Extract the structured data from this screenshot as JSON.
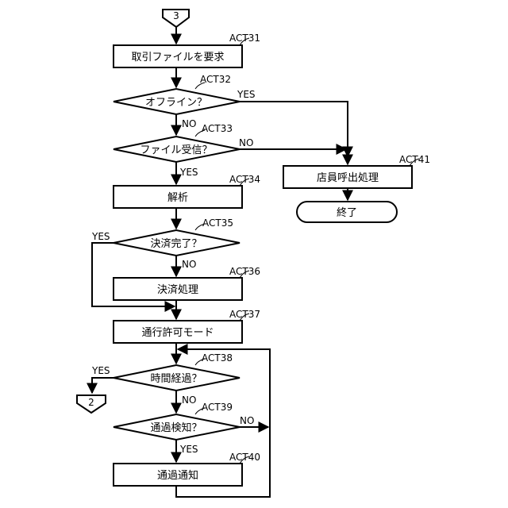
{
  "connectors": {
    "top": "3",
    "bottom_left": "2"
  },
  "nodes": {
    "act31": {
      "label": "取引ファイルを要求",
      "id": "ACT31"
    },
    "act32": {
      "label": "オフライン？",
      "id": "ACT32"
    },
    "act33": {
      "label": "ファイル受信？",
      "id": "ACT33"
    },
    "act34": {
      "label": "解析",
      "id": "ACT34"
    },
    "act35": {
      "label": "決済完了？",
      "id": "ACT35"
    },
    "act36": {
      "label": "決済処理",
      "id": "ACT36"
    },
    "act37": {
      "label": "通行許可モード",
      "id": "ACT37"
    },
    "act38": {
      "label": "時間経過？",
      "id": "ACT38"
    },
    "act39": {
      "label": "通過検知？",
      "id": "ACT39"
    },
    "act40": {
      "label": "通過通知",
      "id": "ACT40"
    },
    "act41": {
      "label": "店員呼出処理",
      "id": "ACT41"
    },
    "end": {
      "label": "終了"
    }
  },
  "branches": {
    "act32_yes": "YES",
    "act32_no": "NO",
    "act33_no": "NO",
    "act33_yes": "YES",
    "act35_yes": "YES",
    "act35_no": "NO",
    "act38_yes": "YES",
    "act38_no": "NO",
    "act39_no": "NO",
    "act39_yes": "YES"
  }
}
